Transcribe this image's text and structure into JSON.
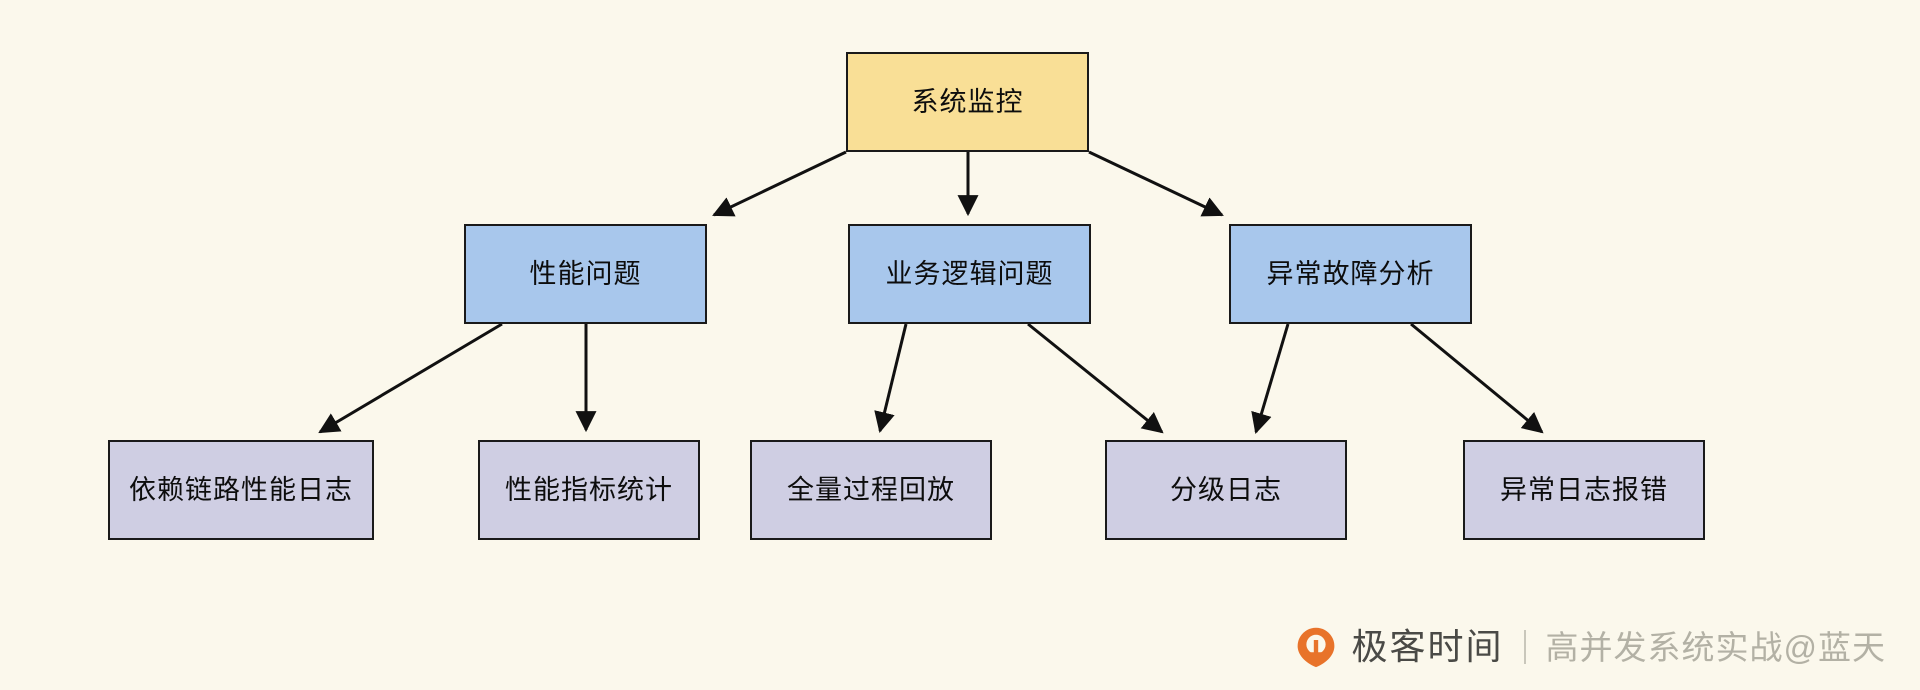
{
  "diagram": {
    "type": "tree",
    "title": "系统监控",
    "background_color": "#fbf8ec",
    "nodes": [
      {
        "id": "root",
        "label": "系统监控",
        "level": 1,
        "fill": "#f9df96"
      },
      {
        "id": "perf",
        "label": "性能问题",
        "level": 2,
        "fill": "#a8c7ec"
      },
      {
        "id": "business",
        "label": "业务逻辑问题",
        "level": 2,
        "fill": "#a8c7ec"
      },
      {
        "id": "fault",
        "label": "异常故障分析",
        "level": 2,
        "fill": "#a8c7ec"
      },
      {
        "id": "dep_log",
        "label": "依赖链路性能日志",
        "level": 3,
        "fill": "#cfcee3"
      },
      {
        "id": "perf_metric",
        "label": "性能指标统计",
        "level": 3,
        "fill": "#cfcee3"
      },
      {
        "id": "replay",
        "label": "全量过程回放",
        "level": 3,
        "fill": "#cfcee3"
      },
      {
        "id": "tier_log",
        "label": "分级日志",
        "level": 3,
        "fill": "#cfcee3"
      },
      {
        "id": "err_log",
        "label": "异常日志报错",
        "level": 3,
        "fill": "#cfcee3"
      }
    ],
    "edges": [
      {
        "from": "root",
        "to": "perf"
      },
      {
        "from": "root",
        "to": "business"
      },
      {
        "from": "root",
        "to": "fault"
      },
      {
        "from": "perf",
        "to": "dep_log"
      },
      {
        "from": "perf",
        "to": "perf_metric"
      },
      {
        "from": "business",
        "to": "replay"
      },
      {
        "from": "business",
        "to": "tier_log"
      },
      {
        "from": "fault",
        "to": "tier_log"
      },
      {
        "from": "fault",
        "to": "err_log"
      }
    ],
    "edge_color": "#111111"
  },
  "watermark": {
    "logo_icon": "geektime-pin-icon",
    "logo_color": "#e8732a",
    "brand": "极客时间",
    "divider": "|",
    "tagline": "高并发系统实战@蓝天"
  }
}
